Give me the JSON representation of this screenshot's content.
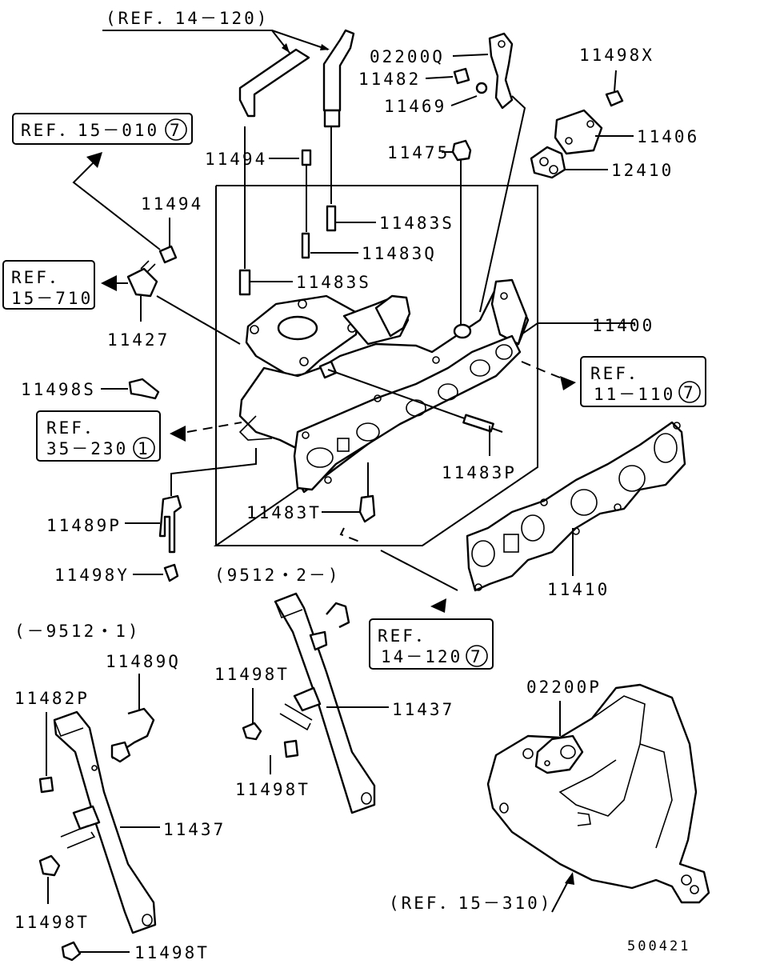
{
  "diagram_id": "500421",
  "period_labels": {
    "late": "(9512・2－)",
    "early": "(－9512・1)"
  },
  "refs": {
    "ref_14_120_top": "(REF．14－120)",
    "ref_15_010": {
      "text": "REF．15－010",
      "num": "7"
    },
    "ref_15_710": {
      "line1": "REF．",
      "line2": "15－710"
    },
    "ref_35_230": {
      "line1": "REF．",
      "line2": "35－230",
      "num": "1"
    },
    "ref_11_110": {
      "line1": "REF．",
      "line2": "11－110",
      "num": "7"
    },
    "ref_14_120_box": {
      "line1": "REF．",
      "line2": "14－120",
      "num": "7"
    },
    "ref_15_310": "(REF．15－310)"
  },
  "parts": {
    "p02200Q": "02200Q",
    "p11482": "11482",
    "p11469": "11469",
    "p11498X": "11498X",
    "p11406": "11406",
    "p12410": "12410",
    "p11475": "11475",
    "p11494_top": "11494",
    "p11494_left": "11494",
    "p11483S_a": "11483S",
    "p11483Q": "11483Q",
    "p11483S_b": "11483S",
    "p11427": "11427",
    "p11400": "11400",
    "p11498S": "11498S",
    "p11483P": "11483P",
    "p11483T": "11483T",
    "p11489P": "11489P",
    "p11498Y": "11498Y",
    "p11410": "11410",
    "p11489Q": "11489Q",
    "p11482P": "11482P",
    "p11498T_a": "11498T",
    "p11498T_b": "11498T",
    "p11437_a": "11437",
    "p11437_b": "11437",
    "p11498T_c": "11498T",
    "p11498T_d": "11498T",
    "p02200P": "02200P"
  }
}
